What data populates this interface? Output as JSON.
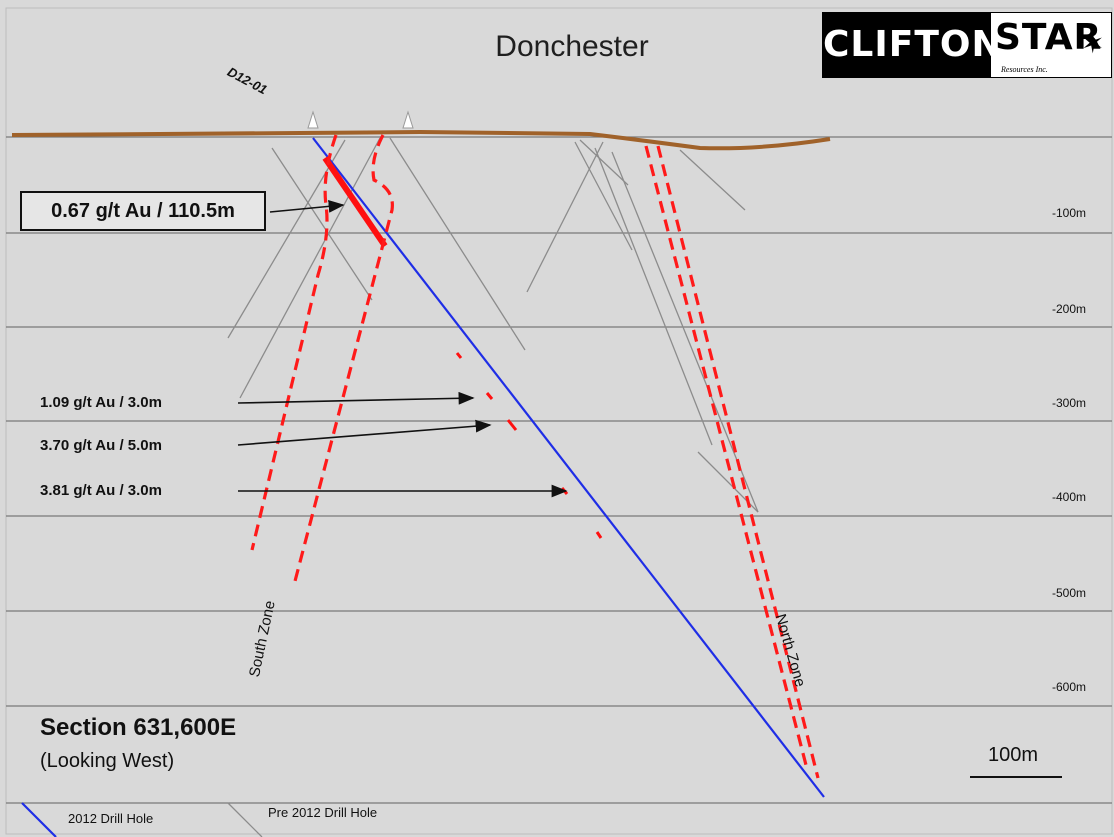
{
  "title": "Donchester",
  "logo": {
    "left_word": "CLIFTON",
    "right_word": "STAR",
    "tagline": "Resources Inc."
  },
  "drill_hole_label": "D12-01",
  "callout": {
    "text": "0.67 g/t Au / 110.5m"
  },
  "intercepts": [
    {
      "text": "1.09 g/t Au / 3.0m"
    },
    {
      "text": "3.70 g/t Au / 5.0m"
    },
    {
      "text": "3.81 g/t Au / 3.0m"
    }
  ],
  "depth_labels": [
    "-100m",
    "-200m",
    "-300m",
    "-400m",
    "-500m",
    "-600m"
  ],
  "zones": {
    "south": "South Zone",
    "north": "North Zone"
  },
  "section": {
    "title": "Section 631,600E",
    "subtitle": "(Looking West)"
  },
  "scale_bar": {
    "label": "100m"
  },
  "legend": {
    "new_hole": "2012 Drill Hole",
    "old_hole": "Pre 2012 Drill Hole"
  },
  "colors": {
    "background": "#d9d9d9",
    "topography": "#a0622a",
    "drill_2012": "#1f2ee6",
    "drill_pre2012": "#8c8c8c",
    "zone": "#ff1a1a",
    "depth_line": "#7a7a7a"
  }
}
